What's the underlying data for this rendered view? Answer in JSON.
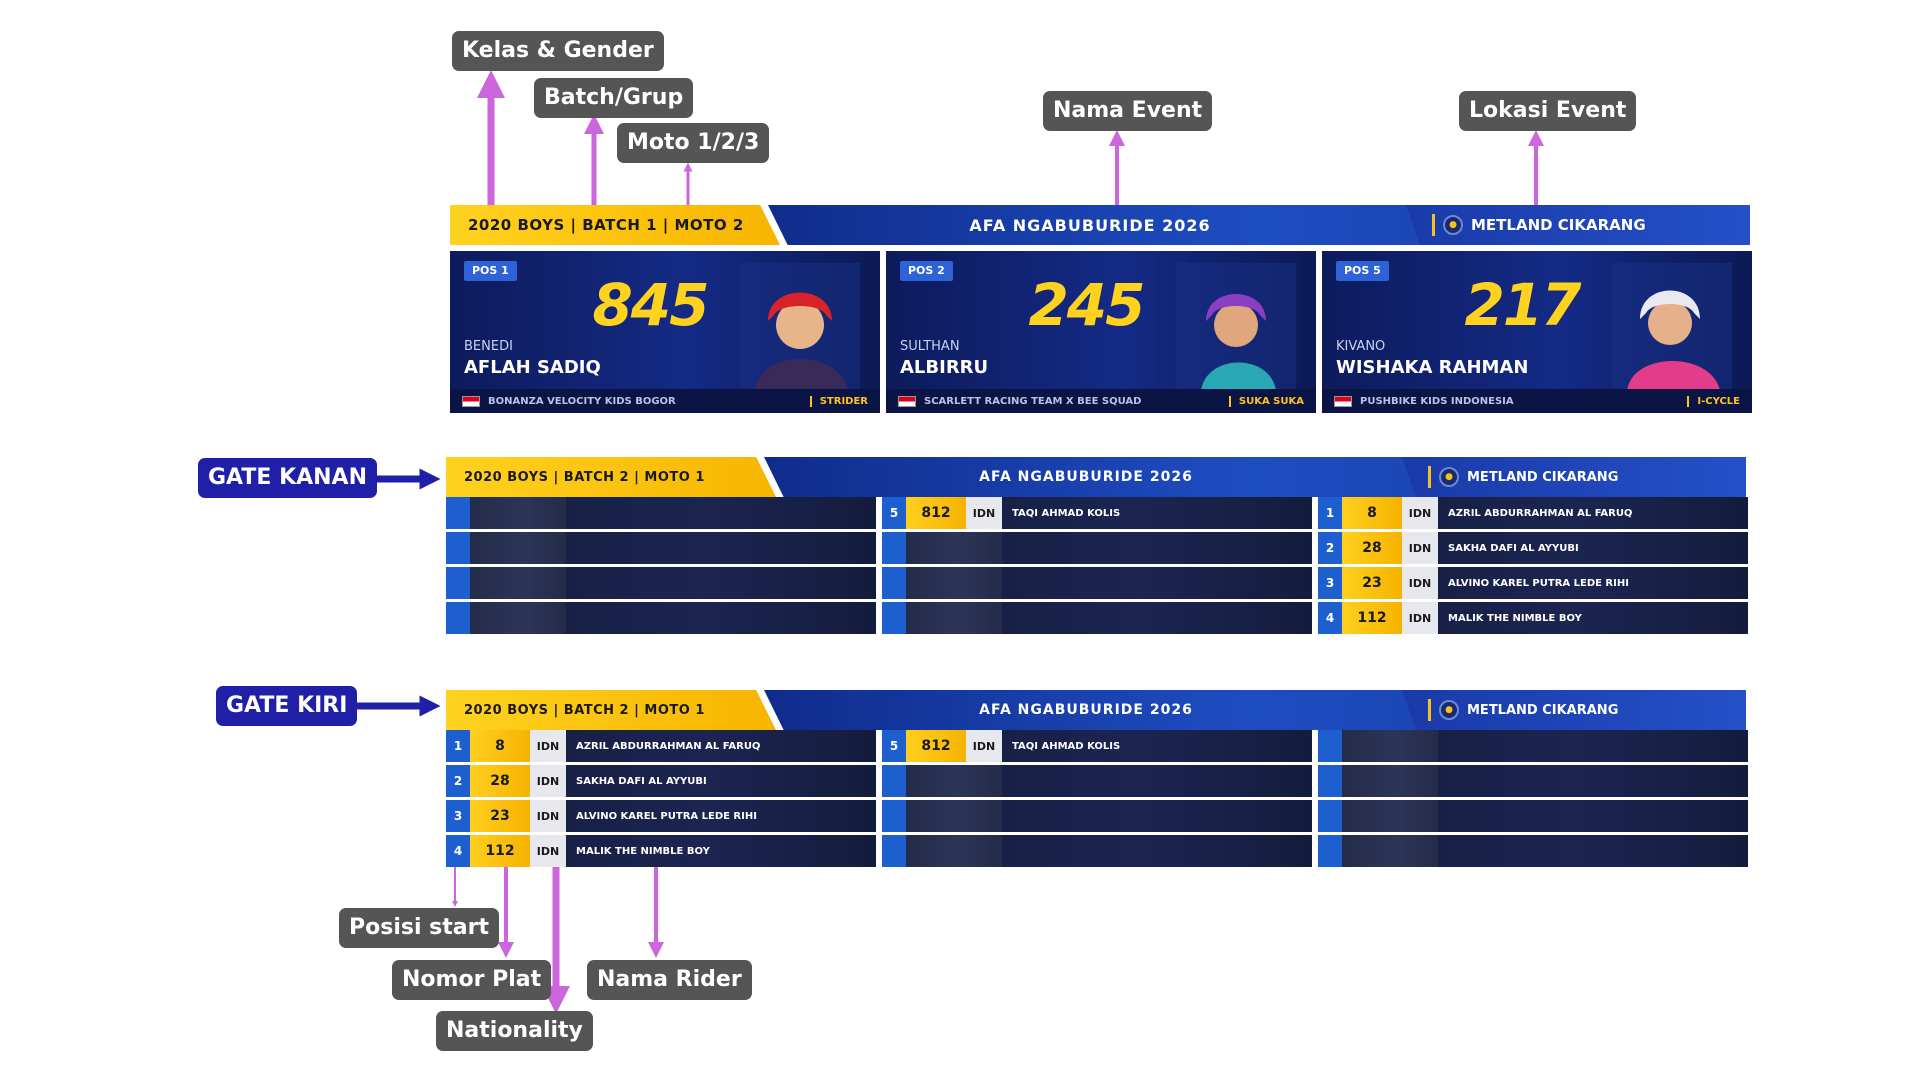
{
  "annotations": {
    "class_gender": "Kelas & Gender",
    "batch_group": "Batch/Grup",
    "moto": "Moto 1/2/3",
    "event_name": "Nama Event",
    "event_location": "Lokasi Event",
    "gate_right": "GATE KANAN",
    "gate_left": "GATE KIRI",
    "start_position": "Posisi start",
    "plate_number": "Nomor Plat",
    "nationality": "Nationality",
    "rider_name": "Nama Rider"
  },
  "colors": {
    "accent_yellow": "#ffd21f",
    "header_blue": "#1e4dc2",
    "card_navy": "#0d1b5c",
    "arrow_pink": "#cc66dd",
    "arrow_blue": "#1f1fa8",
    "label_gray": "#555555"
  },
  "podium": {
    "header": {
      "class_line": "2020 BOYS | BATCH 1 | MOTO 2",
      "event": "AFA NGABUBURIDE 2026",
      "location": "METLAND CIKARANG"
    },
    "cards": [
      {
        "pos": "POS 1",
        "plate": "845",
        "first_name": "BENEDI",
        "last_name": "AFLAH SADIQ",
        "team": "BONANZA VELOCITY KIDS BOGOR",
        "bike": "STRIDER",
        "helmet": "#d8232a"
      },
      {
        "pos": "POS 2",
        "plate": "245",
        "first_name": "SULTHAN",
        "last_name": "ALBIRRU",
        "team": "SCARLETT RACING TEAM X BEE SQUAD",
        "bike": "SUKA SUKA",
        "helmet": "#8a3fc2"
      },
      {
        "pos": "POS 5",
        "plate": "217",
        "first_name": "KIVANO",
        "last_name": "WISHAKA RAHMAN",
        "team": "PUSHBIKE KIDS INDONESIA",
        "bike": "I-CYCLE",
        "helmet": "#e9e9ef"
      }
    ]
  },
  "gate_right": {
    "header": {
      "class_line": "2020 BOYS | BATCH 2 | MOTO 1",
      "event": "AFA NGABUBURIDE 2026",
      "location": "METLAND CIKARANG"
    },
    "columns": [
      [
        null,
        null,
        null,
        null
      ],
      [
        {
          "pos": "5",
          "plate": "812",
          "nat": "IDN",
          "name": "TAQI AHMAD KOLIS"
        },
        null,
        null,
        null
      ],
      [
        {
          "pos": "1",
          "plate": "8",
          "nat": "IDN",
          "name": "AZRIL ABDURRAHMAN AL FARUQ"
        },
        {
          "pos": "2",
          "plate": "28",
          "nat": "IDN",
          "name": "SAKHA DAFI AL AYYUBI"
        },
        {
          "pos": "3",
          "plate": "23",
          "nat": "IDN",
          "name": "ALVINO KAREL PUTRA LEDE RIHI"
        },
        {
          "pos": "4",
          "plate": "112",
          "nat": "IDN",
          "name": "MALIK THE NIMBLE BOY"
        }
      ]
    ]
  },
  "gate_left": {
    "header": {
      "class_line": "2020 BOYS | BATCH 2 | MOTO 1",
      "event": "AFA NGABUBURIDE 2026",
      "location": "METLAND CIKARANG"
    },
    "columns": [
      [
        {
          "pos": "1",
          "plate": "8",
          "nat": "IDN",
          "name": "AZRIL ABDURRAHMAN AL FARUQ"
        },
        {
          "pos": "2",
          "plate": "28",
          "nat": "IDN",
          "name": "SAKHA DAFI AL AYYUBI"
        },
        {
          "pos": "3",
          "plate": "23",
          "nat": "IDN",
          "name": "ALVINO KAREL PUTRA LEDE RIHI"
        },
        {
          "pos": "4",
          "plate": "112",
          "nat": "IDN",
          "name": "MALIK THE NIMBLE BOY"
        }
      ],
      [
        {
          "pos": "5",
          "plate": "812",
          "nat": "IDN",
          "name": "TAQI AHMAD KOLIS"
        },
        null,
        null,
        null
      ],
      [
        null,
        null,
        null,
        null
      ]
    ]
  }
}
